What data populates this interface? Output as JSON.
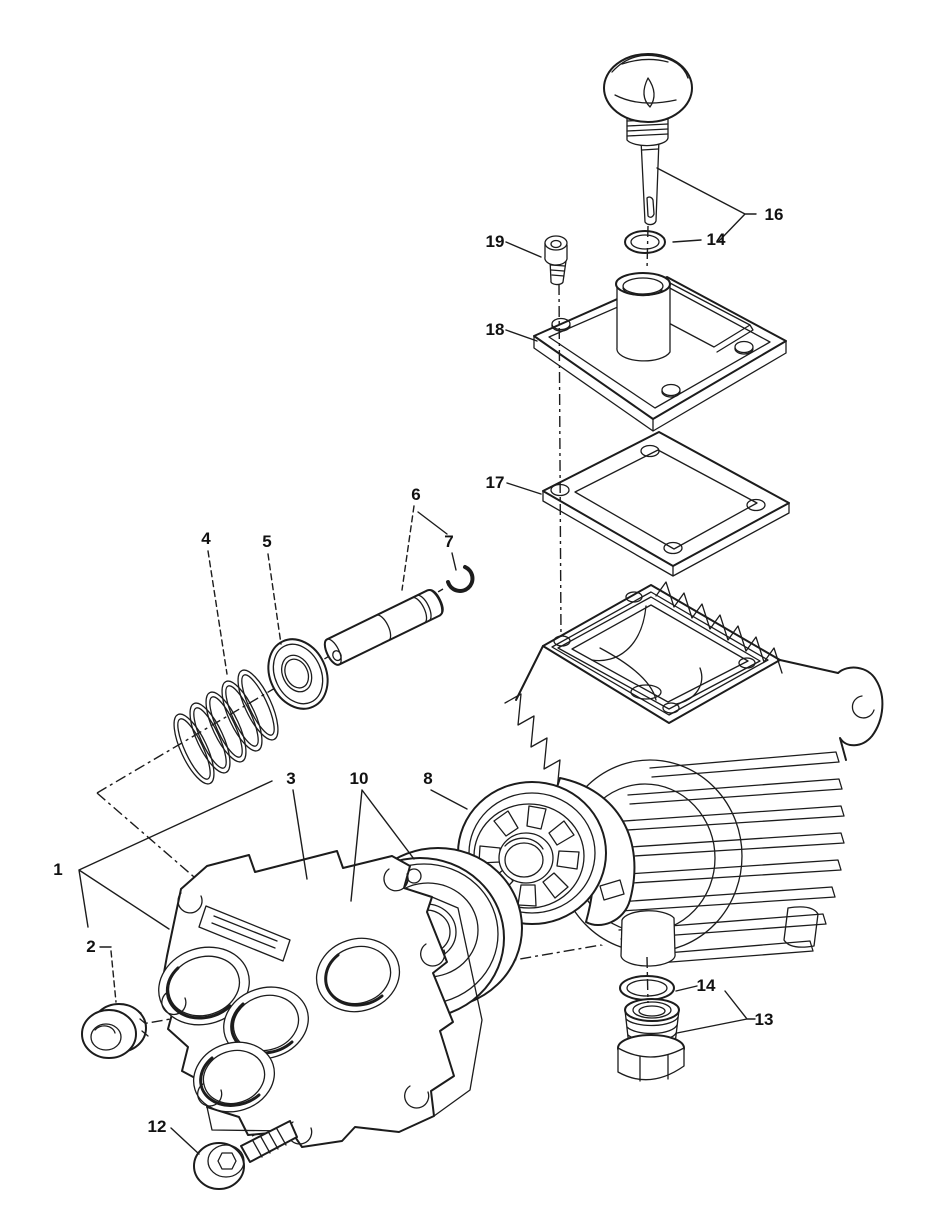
{
  "figure": {
    "type": "exploded-parts-diagram",
    "background": "#ffffff",
    "line_color": "#1c1c1c",
    "label_color": "#111111"
  },
  "callouts": {
    "n1": {
      "number": "1"
    },
    "n2": {
      "number": "2"
    },
    "n3": {
      "number": "3"
    },
    "n4": {
      "number": "4"
    },
    "n5": {
      "number": "5"
    },
    "n6": {
      "number": "6"
    },
    "n7": {
      "number": "7"
    },
    "n8": {
      "number": "8"
    },
    "n10": {
      "number": "10"
    },
    "n12": {
      "number": "12"
    },
    "n13": {
      "number": "13"
    },
    "n14a": {
      "number": "14"
    },
    "n14b": {
      "number": "14"
    },
    "n16": {
      "number": "16"
    },
    "n17": {
      "number": "17"
    },
    "n18": {
      "number": "18"
    },
    "n19": {
      "number": "19"
    }
  }
}
